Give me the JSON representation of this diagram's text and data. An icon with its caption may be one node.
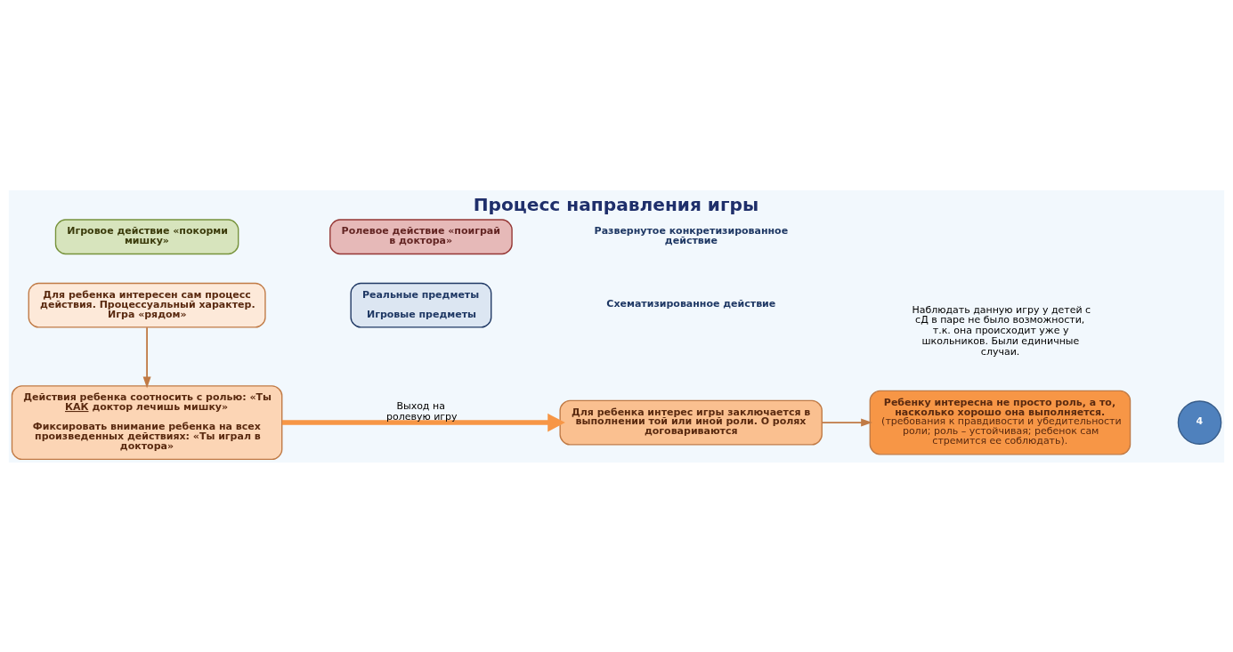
{
  "diagram": {
    "title": "Процесс направления игры",
    "nodes": [
      {
        "text": [
          "Для ребенка интересен сам процесс действия. Процессуальный характер. Игра «рядом»"
        ]
      },
      {
        "text": [
          "Реальные предметы",
          "Игровые предметы"
        ]
      },
      {
        "text": [
          "Игровое действие «покорми мишку»"
        ]
      },
      {
        "text": [
          "Ролевое действие «поиграй в доктора»"
        ]
      },
      {
        "text": [
          "Действия ребенка соотносить с ролью: «Ты **КАК** доктор лечишь мишку»",
          "Фиксировать внимание ребенка на всех произведенных действиях: «Ты играл в доктора»"
        ]
      },
      {
        "text": [
          "Для ребенка интерес игры заключается в выполнении той или иной роли. О ролях договариваются"
        ]
      },
      {
        "text": [
          "Ребенку интересна не просто роль, а то, насколько хорошо она выполняется.",
          "(требования к правдивости и убедительности роли; роль – устойчивая; ребенок сам стремится ее соблюдать)."
        ]
      },
      {
        "text": [
          "4"
        ]
      }
    ],
    "edges": [
      {
        "from": 0,
        "to": 4,
        "arrow": "to"
      },
      {
        "from": 4,
        "to": 5,
        "arrow": "to",
        "label": "Выход на ролевую игру",
        "style": "thick"
      },
      {
        "from": 5,
        "to": 6,
        "arrow": "to"
      }
    ],
    "labels": [
      "Схематизированное действие",
      "Развернутое конкретизированное действие",
      "Наблюдать данную игру у детей с сД в паре не было возможности, т.к. она происходит уже у школьников. Были единичные случаи."
    ]
  }
}
